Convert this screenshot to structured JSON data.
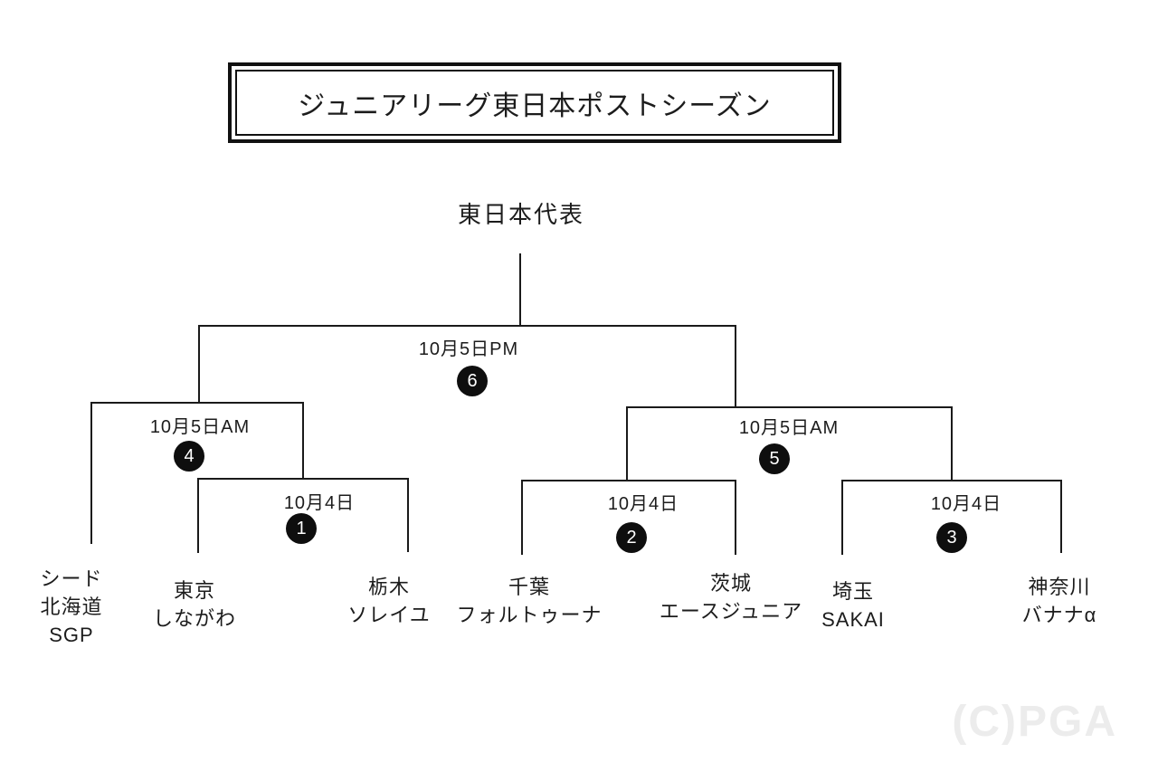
{
  "title": "ジュニアリーグ東日本ポストシーズン",
  "champion_label": "東日本代表",
  "matches": [
    {
      "number": "1",
      "date": "10月4日"
    },
    {
      "number": "2",
      "date": "10月4日"
    },
    {
      "number": "3",
      "date": "10月4日"
    },
    {
      "number": "4",
      "date": "10月5日AM"
    },
    {
      "number": "5",
      "date": "10月5日AM"
    },
    {
      "number": "6",
      "date": "10月5日PM"
    }
  ],
  "teams": [
    {
      "lines": [
        "シード",
        "北海道",
        "SGP"
      ]
    },
    {
      "lines": [
        "東京",
        "しながわ"
      ]
    },
    {
      "lines": [
        "栃木",
        "ソレイユ"
      ]
    },
    {
      "lines": [
        "千葉",
        "フォルトゥーナ"
      ]
    },
    {
      "lines": [
        "茨城",
        "エースジュニア"
      ]
    },
    {
      "lines": [
        "埼玉",
        "SAKAI"
      ]
    },
    {
      "lines": [
        "神奈川",
        "バナナα"
      ]
    }
  ],
  "watermark": "(C)PGA",
  "colors": {
    "line": "#1a1a1a",
    "text": "#1c1c1c",
    "circle_bg": "#0e0e0e",
    "circle_text": "#ffffff",
    "watermark": "#ececec"
  }
}
